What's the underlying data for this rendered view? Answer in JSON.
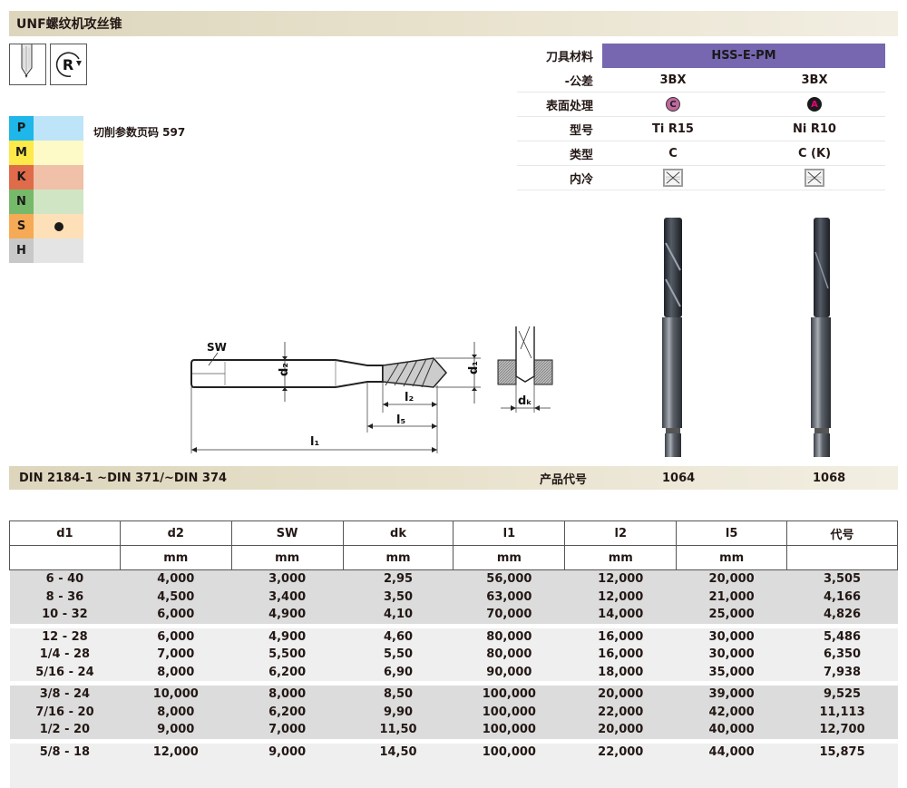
{
  "header": {
    "title": "UNF螺纹机攻丝锥"
  },
  "icons": [
    {
      "name": "tap-through-hole-icon"
    },
    {
      "name": "right-hand-rotation-icon",
      "glyph": "R"
    }
  ],
  "iso_materials": [
    {
      "letter": "P",
      "letter_color": "#1fb6ea",
      "field_color": "#bde4f8",
      "marked": false
    },
    {
      "letter": "M",
      "letter_color": "#fde94a",
      "field_color": "#fefac7",
      "marked": false
    },
    {
      "letter": "K",
      "letter_color": "#e06b4a",
      "field_color": "#f0c0a8",
      "marked": false
    },
    {
      "letter": "N",
      "letter_color": "#77b96a",
      "field_color": "#d0e5c4",
      "marked": false
    },
    {
      "letter": "S",
      "letter_color": "#f6aa55",
      "field_color": "#fde0b8",
      "marked": true
    },
    {
      "letter": "H",
      "letter_color": "#c8c8c8",
      "field_color": "#e4e4e4",
      "marked": false
    }
  ],
  "cut_params": "切削参数页码 597",
  "specs": {
    "material_label": "刀具材料",
    "material_value": "HSS-E-PM",
    "material_color": "#7767b0",
    "tolerance_label": "-公差",
    "tolerance": [
      "3BX",
      "3BX"
    ],
    "coating_label": "表面处理",
    "coating": [
      {
        "letter": "C",
        "bg": "#c0679e",
        "fg": "#222222"
      },
      {
        "letter": "A",
        "bg": "#1a1a1a",
        "fg": "#e6007e"
      }
    ],
    "model_label": "型号",
    "model": [
      "Ti R15",
      "Ni R10"
    ],
    "type_label": "类型",
    "type": [
      "C",
      "C (K)"
    ],
    "coolant_label": "内冷",
    "coolant": [
      "no-internal-coolant",
      "no-internal-coolant"
    ]
  },
  "drawing": {
    "labels": {
      "sw": "SW",
      "d2": "d2",
      "d1": "d1",
      "l2": "l2",
      "l5": "l5",
      "l1": "l1",
      "dk": "dk"
    }
  },
  "din_bar": {
    "standard": "DIN 2184-1 ~DIN 371/~DIN 374",
    "code_label": "产品代号",
    "codes": [
      "1064",
      "1068"
    ]
  },
  "table": {
    "headers": [
      "d1",
      "d2",
      "SW",
      "dk",
      "l1",
      "l2",
      "l5",
      "代号"
    ],
    "units": [
      "",
      "mm",
      "mm",
      "mm",
      "mm",
      "mm",
      "mm",
      ""
    ],
    "groups": [
      {
        "shade": "dark",
        "rows": [
          [
            "6 - 40",
            "4,000",
            "3,000",
            "2,95",
            "56,000",
            "12,000",
            "20,000",
            "3,505"
          ],
          [
            "8 - 36",
            "4,500",
            "3,400",
            "3,50",
            "63,000",
            "12,000",
            "21,000",
            "4,166"
          ],
          [
            "10 - 32",
            "6,000",
            "4,900",
            "4,10",
            "70,000",
            "14,000",
            "25,000",
            "4,826"
          ]
        ]
      },
      {
        "shade": "light",
        "rows": [
          [
            "12 - 28",
            "6,000",
            "4,900",
            "4,60",
            "80,000",
            "16,000",
            "30,000",
            "5,486"
          ],
          [
            "1/4 - 28",
            "7,000",
            "5,500",
            "5,50",
            "80,000",
            "16,000",
            "30,000",
            "6,350"
          ],
          [
            "5/16 - 24",
            "8,000",
            "6,200",
            "6,90",
            "90,000",
            "18,000",
            "35,000",
            "7,938"
          ]
        ]
      },
      {
        "shade": "dark",
        "rows": [
          [
            "3/8 - 24",
            "10,000",
            "8,000",
            "8,50",
            "100,000",
            "20,000",
            "39,000",
            "9,525"
          ],
          [
            "7/16 - 20",
            "8,000",
            "6,200",
            "9,90",
            "100,000",
            "22,000",
            "42,000",
            "11,113"
          ],
          [
            "1/2 - 20",
            "9,000",
            "7,000",
            "11,50",
            "100,000",
            "20,000",
            "40,000",
            "12,700"
          ]
        ]
      },
      {
        "shade": "light",
        "rows": [
          [
            "5/8 - 18",
            "12,000",
            "9,000",
            "14,50",
            "100,000",
            "22,000",
            "44,000",
            "15,875"
          ]
        ]
      }
    ]
  }
}
